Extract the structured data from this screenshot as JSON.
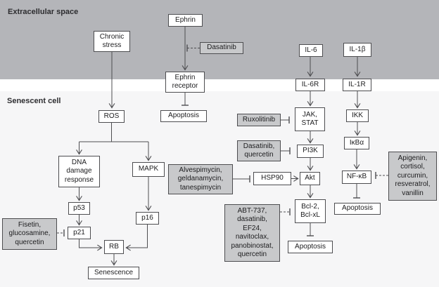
{
  "figure": {
    "extracellular_label": "Extracellular space",
    "senescent_label": "Senescent cell"
  },
  "colors": {
    "extracellular_bg": "#b4b5b9",
    "membrane": "#ffffff",
    "cell_bg": "#f6f6f7",
    "node_bg": "#ffffff",
    "drug_node_bg": "#c8c9cb",
    "border_and_lines": "#4d4d50",
    "text": "#1c1c1e"
  },
  "nodes": {
    "chronic_stress": {
      "label": "Chronic\nstress",
      "type": "process"
    },
    "ephrin": {
      "label": "Ephrin",
      "type": "process"
    },
    "dasatinib": {
      "label": "Dasatinib",
      "type": "drug"
    },
    "il6": {
      "label": "IL-6",
      "type": "process"
    },
    "il1b": {
      "label": "IL-1β",
      "type": "process"
    },
    "ephrin_receptor": {
      "label": "Ephrin\nreceptor",
      "type": "process"
    },
    "il6r": {
      "label": "IL-6R",
      "type": "process"
    },
    "il1r": {
      "label": "IL-1R",
      "type": "process"
    },
    "ros": {
      "label": "ROS",
      "type": "process"
    },
    "apoptosis_top": {
      "label": "Apoptosis",
      "type": "process"
    },
    "ruxolitinib": {
      "label": "Ruxolitinib",
      "type": "drug"
    },
    "jak_stat": {
      "label": "JAK,\nSTAT",
      "type": "process"
    },
    "ikk": {
      "label": "IKK",
      "type": "process"
    },
    "dasatinib_quercetin": {
      "label": "Dasatinib,\nquercetin",
      "type": "drug"
    },
    "pi3k": {
      "label": "PI3K",
      "type": "process"
    },
    "ikba": {
      "label": "IκBα",
      "type": "process"
    },
    "alvespimycin": {
      "label": "Alvespimycin,\ngeldanamycin,\ntanespimycin",
      "type": "drug"
    },
    "hsp90": {
      "label": "HSP90",
      "type": "process"
    },
    "akt": {
      "label": "Akt",
      "type": "process"
    },
    "nfkb": {
      "label": "NF-κB",
      "type": "process"
    },
    "apigenin": {
      "label": "Apigenin,\ncortisol,\ncurcumin,\nresveratrol,\nvanillin",
      "type": "drug"
    },
    "dna_damage": {
      "label": "DNA\ndamage\nresponse",
      "type": "process"
    },
    "mapk": {
      "label": "MAPK",
      "type": "process"
    },
    "abt737": {
      "label": "ABT-737,\ndasatinib,\nEF24,\nnavitoclax,\npanobinostat,\nquercetin",
      "type": "drug"
    },
    "bcl2": {
      "label": "Bcl-2,\nBcl-xL",
      "type": "process"
    },
    "apoptosis_right": {
      "label": "Apoptosis",
      "type": "process"
    },
    "apoptosis_bottom": {
      "label": "Apoptosis",
      "type": "process"
    },
    "fisetin": {
      "label": "Fisetin,\nglucosamine,\nquercetin",
      "type": "drug"
    },
    "p53": {
      "label": "p53",
      "type": "process"
    },
    "p21": {
      "label": "p21",
      "type": "process"
    },
    "p16": {
      "label": "p16",
      "type": "process"
    },
    "rb": {
      "label": "RB",
      "type": "process"
    },
    "senescence": {
      "label": "Senescence",
      "type": "process"
    }
  }
}
